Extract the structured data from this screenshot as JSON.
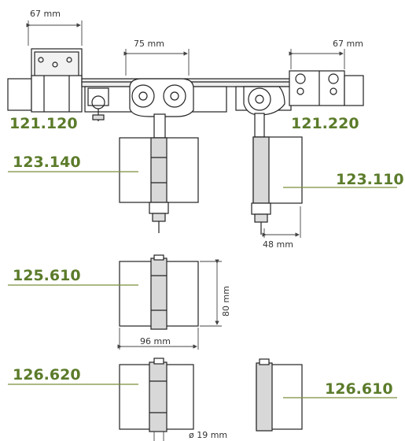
{
  "colors": {
    "code_text": "#5b7b2a",
    "code_line": "#7a8f3a",
    "drawing_line": "#222222",
    "dimension_line": "#444444",
    "hinge_shade": "#d8d8d8"
  },
  "dimensions": {
    "width_left": "67 mm",
    "track_gap": "75 mm",
    "width_right": "67 mm",
    "offset_right": "48 mm",
    "height": "80 mm",
    "width_bottom": "96 mm",
    "diameter": "ø 19 mm"
  },
  "codes": {
    "c121120": "121.120",
    "c121220": "121.220",
    "c123140": "123.140",
    "c123110": "123.110",
    "c125610": "125.610",
    "c126620": "126.620",
    "c126610": "126.610"
  }
}
